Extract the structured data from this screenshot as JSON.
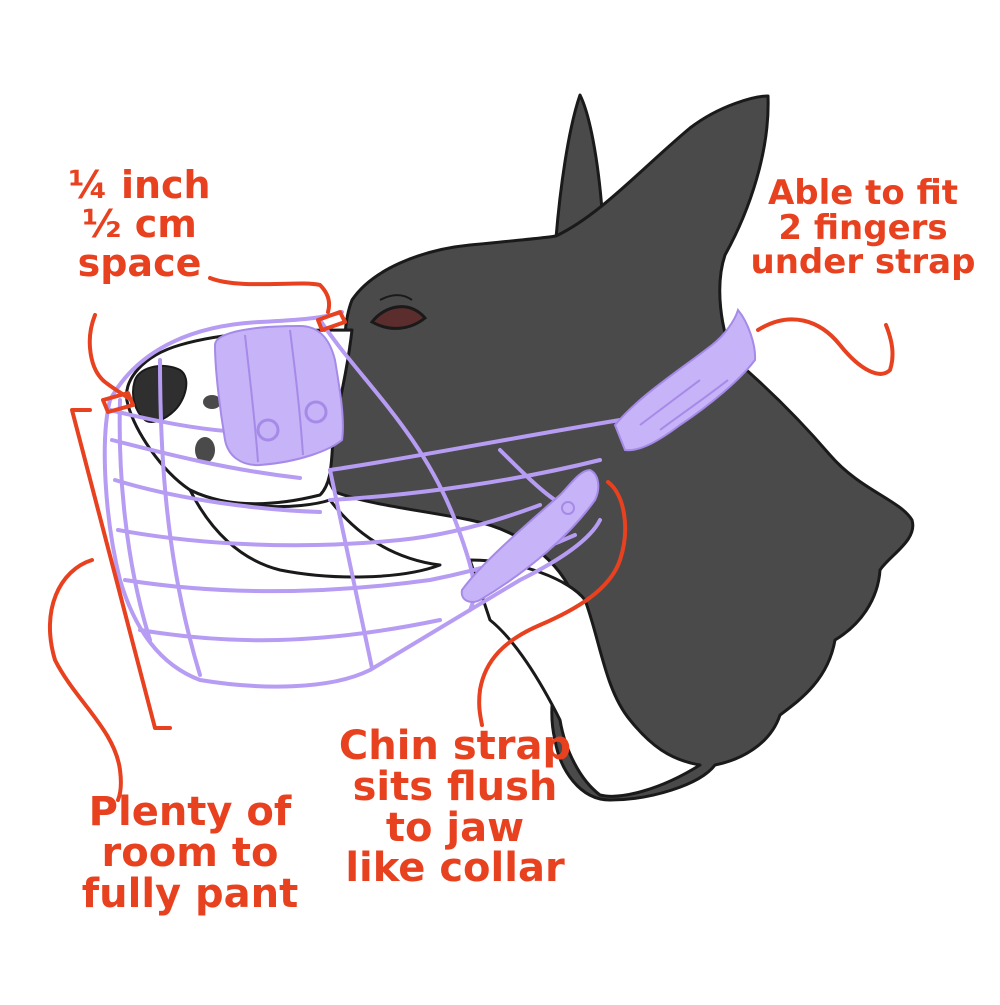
{
  "colors": {
    "annotation": "#e8411f",
    "dog_fur": "#4a4a4a",
    "outline": "#1a1a1a",
    "muzzle_wire": "#b69cf2",
    "muzzle_pad": "#c7b3f7",
    "background": "#ffffff"
  },
  "annotations": {
    "spacing": {
      "line1": "¼ inch",
      "line2": "½ cm",
      "line3": "space"
    },
    "fingers": {
      "line1": "Able to fit",
      "line2": "2 fingers",
      "line3": "under strap"
    },
    "pant": {
      "line1": "Plenty of",
      "line2": "room to",
      "line3": "fully pant"
    },
    "chin": {
      "line1": "Chin strap",
      "line2": "sits flush",
      "line3": "to jaw",
      "line4": "like collar"
    }
  }
}
